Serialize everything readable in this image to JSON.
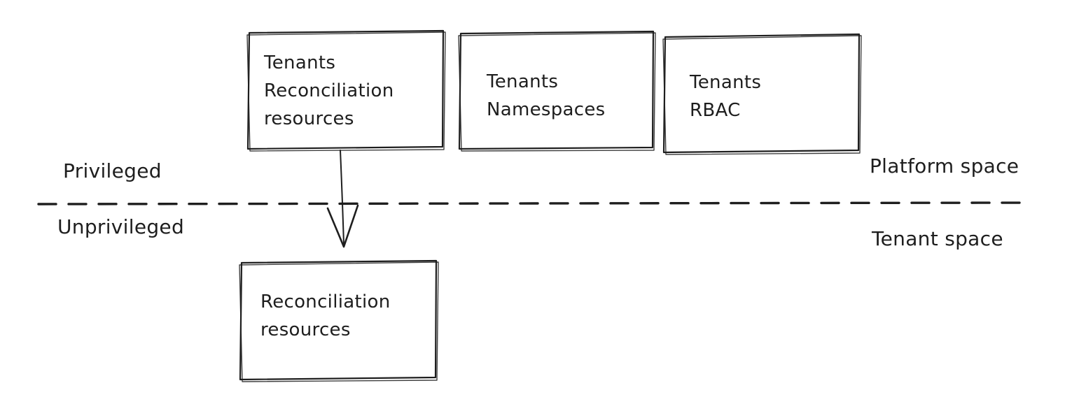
{
  "diagram": {
    "background_color": "#ffffff",
    "stroke_color": "#1e1e1e",
    "boxes": [
      {
        "id": "tenants-reconciliation-resources",
        "lines": [
          "Tenants",
          "Reconciliation",
          "resources"
        ]
      },
      {
        "id": "tenants-namespaces",
        "lines": [
          "Tenants",
          "Namespaces"
        ]
      },
      {
        "id": "tenants-rbac",
        "lines": [
          "Tenants",
          "RBAC"
        ]
      },
      {
        "id": "reconciliation-resources",
        "lines": [
          "Reconciliation",
          "resources"
        ]
      }
    ],
    "labels": {
      "left_top": "Privileged",
      "left_bottom": "Unprivileged",
      "right_top": "Platform space",
      "right_bottom": "Tenant space"
    },
    "connections": [
      {
        "from": "tenants-reconciliation-resources",
        "to": "reconciliation-resources",
        "style": "arrow-down"
      }
    ]
  }
}
